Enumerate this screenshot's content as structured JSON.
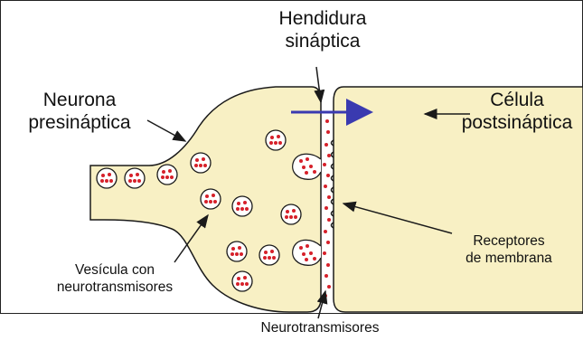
{
  "labels": {
    "synaptic_cleft_line1": "Hendidura",
    "synaptic_cleft_line2": "sináptica",
    "presynaptic_line1": "Neurona",
    "presynaptic_line2": "presináptica",
    "postsynaptic_line1": "Célula",
    "postsynaptic_line2": "postsináptica",
    "receptors_line1": "Receptores",
    "receptors_line2": "de membrana",
    "vesicle_line1": "Vesícula con",
    "vesicle_line2": "neurotransmisores",
    "neurotransmitters": "Neurotransmisores"
  },
  "colors": {
    "cell_fill": "#f8f0c4",
    "outline": "#1a1a1a",
    "dots": "#d6202a",
    "arrow": "#3a3ab0",
    "cleft": "#ffffff"
  }
}
